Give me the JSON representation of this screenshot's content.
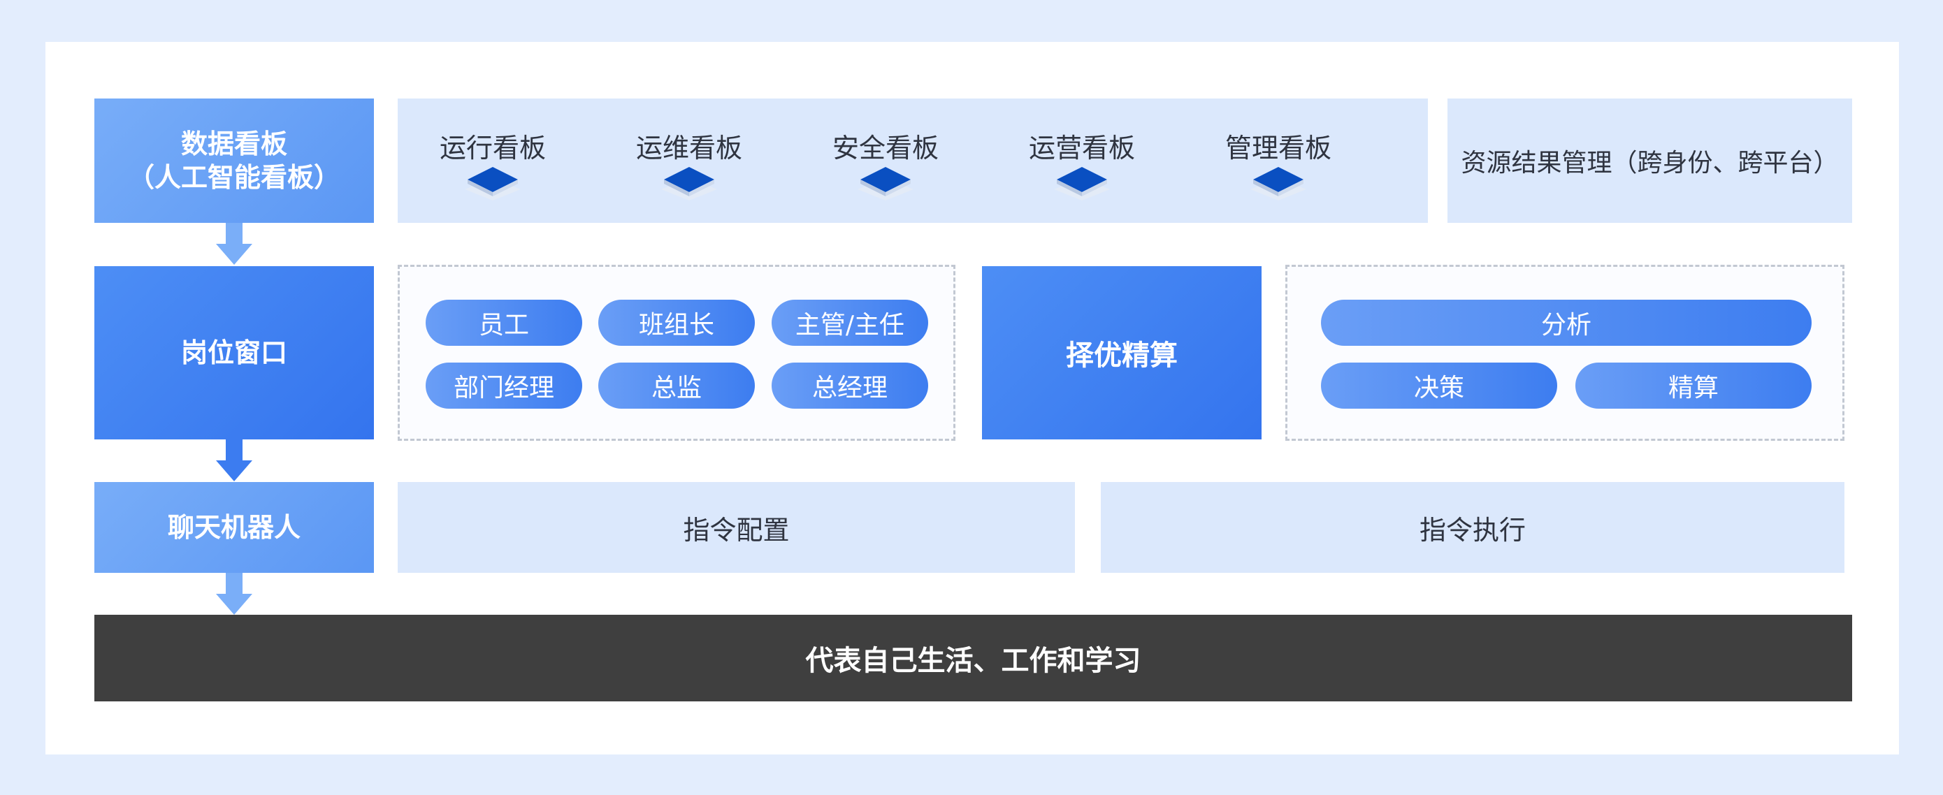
{
  "left": {
    "row1_line1": "数据看板",
    "row1_line2": "（人工智能看板）",
    "row2": "岗位窗口",
    "row3": "聊天机器人"
  },
  "boards": [
    "运行看板",
    "运维看板",
    "安全看板",
    "运营看板",
    "管理看板"
  ],
  "resource": "资源结果管理（跨身份、跨平台）",
  "roles": [
    "员工",
    "班组长",
    "主管/主任",
    "部门经理",
    "总监",
    "总经理"
  ],
  "optimize": "择优精算",
  "analysis": {
    "top": "分析",
    "left": "决策",
    "right": "精算"
  },
  "commands": {
    "config": "指令配置",
    "execute": "指令执行"
  },
  "bottom": "代表自己生活、工作和学习",
  "colors": {
    "primary": "#3474ee",
    "light": "#dbe8fc",
    "icon": "#0a4fc1",
    "dark": "#3f3f3f"
  }
}
